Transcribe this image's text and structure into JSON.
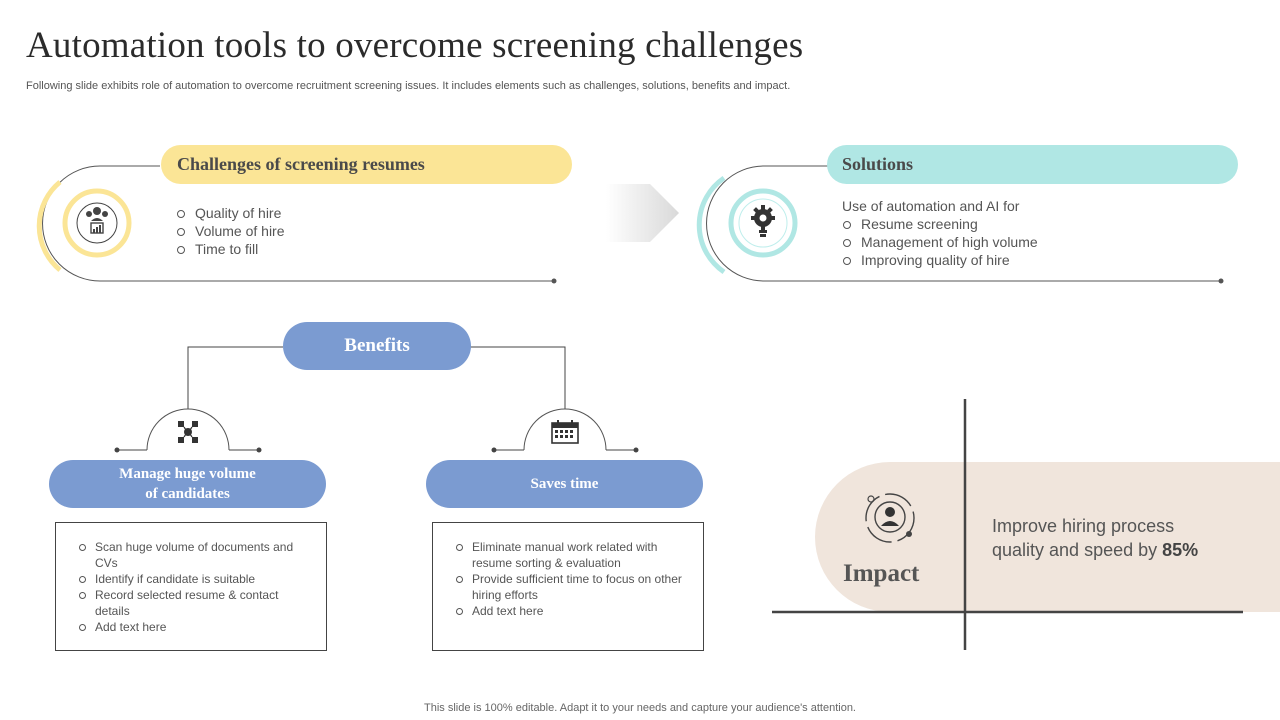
{
  "header": {
    "title": "Automation tools to overcome screening challenges",
    "subtitle": "Following slide exhibits role of automation to overcome recruitment screening issues. It includes elements such as challenges, solutions, benefits and impact."
  },
  "challenges": {
    "heading": "Challenges of screening resumes",
    "items": [
      "Quality of hire",
      "Volume of hire",
      "Time to fill"
    ],
    "icon": "team-chart-icon",
    "accent": "#fbe596"
  },
  "solutions": {
    "heading": "Solutions",
    "intro": "Use of automation and AI for",
    "items": [
      "Resume screening",
      "Management of high volume",
      "Improving quality of hire"
    ],
    "icon": "gear-bulb-icon",
    "accent": "#b0e7e4"
  },
  "benefits": {
    "heading": "Benefits",
    "accent": "#7b9bd1",
    "left": {
      "heading_line1": "Manage huge volume",
      "heading_line2": "of candidates",
      "icon": "network-icon",
      "items": [
        "Scan huge volume of documents and CVs",
        "Identify if candidate is suitable",
        "Record selected resume & contact details",
        "Add text here"
      ]
    },
    "right": {
      "heading": "Saves time",
      "icon": "calendar-icon",
      "items": [
        "Eliminate manual work related with resume sorting & evaluation",
        "Provide sufficient time to focus on other hiring efforts",
        "Add text here"
      ]
    }
  },
  "impact": {
    "label": "Impact",
    "text_line1": "Improve hiring process",
    "text_line2": "quality and speed by ",
    "value": "85%",
    "icon": "user-cycle-icon",
    "accent": "#f0e5dc"
  },
  "footer": "This slide is 100% editable. Adapt it to your needs and capture your audience's attention."
}
